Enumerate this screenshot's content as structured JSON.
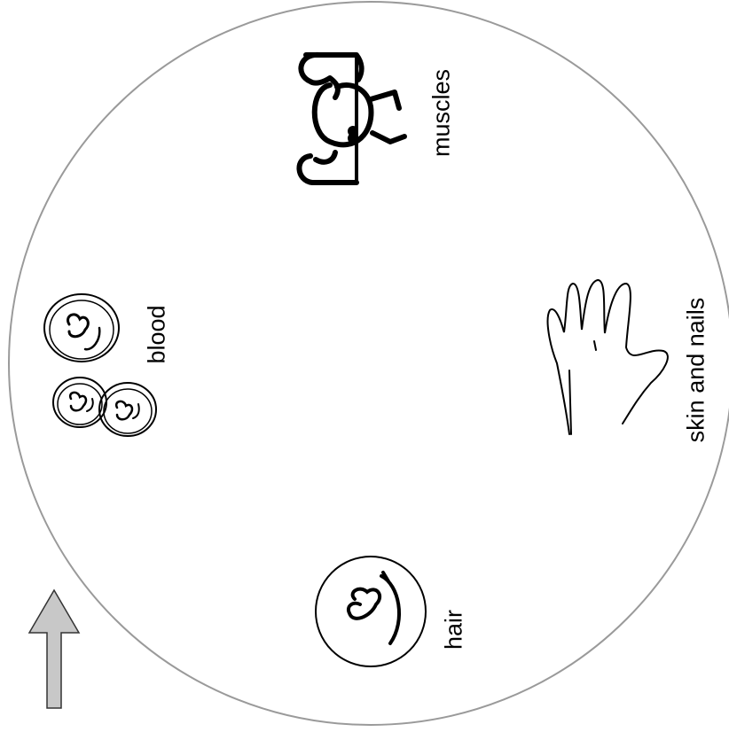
{
  "wheel": {
    "segments": [
      {
        "label": "muscles",
        "icon": "flexing-arms-icon"
      },
      {
        "label": "skin and nails",
        "icon": "hand-icon"
      },
      {
        "label": "hair",
        "icon": "hair-cell-icon"
      },
      {
        "label": "blood",
        "icon": "blood-cells-icon"
      }
    ]
  },
  "pointer": {
    "icon": "up-arrow-icon",
    "fill": "#c8c8c8"
  },
  "colors": {
    "rim": "#9a9a9a",
    "ink": "#000000"
  }
}
